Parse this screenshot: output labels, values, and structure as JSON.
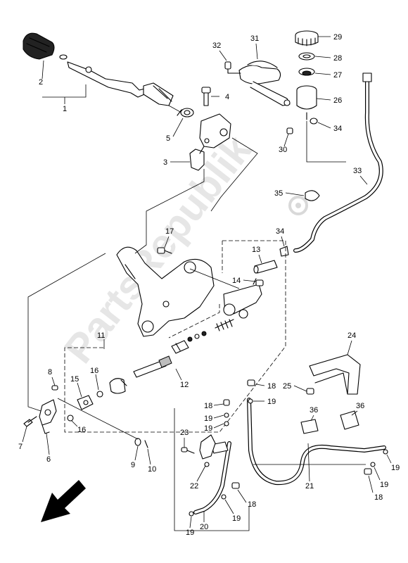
{
  "watermark": "PartsRepublik",
  "callouts": [
    "1",
    "2",
    "3",
    "4",
    "5",
    "6",
    "7",
    "8",
    "9",
    "10",
    "11",
    "12",
    "13",
    "14",
    "15",
    "16",
    "16",
    "17",
    "18",
    "18",
    "18",
    "18",
    "19",
    "19",
    "19",
    "19",
    "19",
    "19",
    "19",
    "20",
    "21",
    "22",
    "23",
    "24",
    "25",
    "26",
    "27",
    "28",
    "29",
    "30",
    "31",
    "32",
    "33",
    "34",
    "34",
    "35",
    "36",
    "36"
  ],
  "arrow": {
    "direction": "down-left"
  }
}
